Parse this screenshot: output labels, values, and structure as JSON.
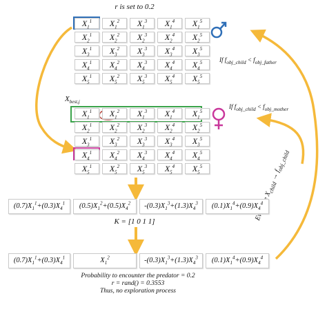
{
  "top_label": "r is set to 0.2",
  "father_matrix": [
    [
      {
        "b": "X",
        "sub": "1",
        "sup": "1"
      },
      {
        "b": "X",
        "sub": "1",
        "sup": "2"
      },
      {
        "b": "X",
        "sub": "1",
        "sup": "3"
      },
      {
        "b": "X",
        "sub": "1",
        "sup": "4"
      },
      {
        "b": "X",
        "sub": "1",
        "sup": "5"
      }
    ],
    [
      {
        "b": "X",
        "sub": "2",
        "sup": "1"
      },
      {
        "b": "X",
        "sub": "2",
        "sup": "2"
      },
      {
        "b": "X",
        "sub": "2",
        "sup": "3"
      },
      {
        "b": "X",
        "sub": "2",
        "sup": "4"
      },
      {
        "b": "X",
        "sub": "2",
        "sup": "5"
      }
    ],
    [
      {
        "b": "X",
        "sub": "3",
        "sup": "1"
      },
      {
        "b": "X",
        "sub": "3",
        "sup": "2"
      },
      {
        "b": "X",
        "sub": "3",
        "sup": "3"
      },
      {
        "b": "X",
        "sub": "3",
        "sup": "4"
      },
      {
        "b": "X",
        "sub": "3",
        "sup": "5"
      }
    ],
    [
      {
        "b": "X",
        "sub": "4",
        "sup": "1"
      },
      {
        "b": "X",
        "sub": "4",
        "sup": "2"
      },
      {
        "b": "X",
        "sub": "4",
        "sup": "3"
      },
      {
        "b": "X",
        "sub": "4",
        "sup": "4"
      },
      {
        "b": "X",
        "sub": "4",
        "sup": "5"
      }
    ],
    [
      {
        "b": "X",
        "sub": "5",
        "sup": "1"
      },
      {
        "b": "X",
        "sub": "5",
        "sup": "2"
      },
      {
        "b": "X",
        "sub": "5",
        "sup": "3"
      },
      {
        "b": "X",
        "sub": "5",
        "sup": "4"
      },
      {
        "b": "X",
        "sub": "5",
        "sup": "5"
      }
    ]
  ],
  "mother_matrix": [
    [
      {
        "b": "X",
        "sub": "1",
        "sup": "1"
      },
      {
        "b": "X",
        "sub": "1",
        "sup": "2"
      },
      {
        "b": "X",
        "sub": "1",
        "sup": "3"
      },
      {
        "b": "X",
        "sub": "1",
        "sup": "4"
      },
      {
        "b": "X",
        "sub": "1",
        "sup": "5"
      }
    ],
    [
      {
        "b": "X",
        "sub": "2",
        "sup": "1"
      },
      {
        "b": "X",
        "sub": "2",
        "sup": "2"
      },
      {
        "b": "X",
        "sub": "2",
        "sup": "3"
      },
      {
        "b": "X",
        "sub": "2",
        "sup": "4"
      },
      {
        "b": "X",
        "sub": "2",
        "sup": "5"
      }
    ],
    [
      {
        "b": "X",
        "sub": "3",
        "sup": "1"
      },
      {
        "b": "X",
        "sub": "3",
        "sup": "2"
      },
      {
        "b": "X",
        "sub": "3",
        "sup": "3"
      },
      {
        "b": "X",
        "sub": "3",
        "sup": "4"
      },
      {
        "b": "X",
        "sub": "3",
        "sup": "5"
      }
    ],
    [
      {
        "b": "X",
        "sub": "4",
        "sup": "1"
      },
      {
        "b": "X",
        "sub": "4",
        "sup": "2"
      },
      {
        "b": "X",
        "sub": "4",
        "sup": "3"
      },
      {
        "b": "X",
        "sub": "4",
        "sup": "4"
      },
      {
        "b": "X",
        "sub": "4",
        "sup": "5"
      }
    ],
    [
      {
        "b": "X",
        "sub": "5",
        "sup": "1"
      },
      {
        "b": "X",
        "sub": "5",
        "sup": "2"
      },
      {
        "b": "X",
        "sub": "5",
        "sup": "3"
      },
      {
        "b": "X",
        "sub": "5",
        "sup": "4"
      },
      {
        "b": "X",
        "sub": "5",
        "sup": "5"
      }
    ]
  ],
  "x_best_label": {
    "b": "X",
    "sub": "best,j"
  },
  "father_condition": {
    "prefix": "If f",
    "sub1": "obj_child",
    "mid": " < f",
    "sub2": "obj_father"
  },
  "mother_condition": {
    "prefix": "If f",
    "sub1": "obj_child",
    "mid": " < f",
    "sub2": "obj_mother"
  },
  "evaluate_label": {
    "text": "Evaluate X",
    "sub1": "child",
    "arrow": " → f",
    "sub2": "obj_child"
  },
  "crossover_row": [
    "(0.7)X<sub>1</sub><sup>1</sup>+(0.3)X<sub>4</sub><sup>1</sup>",
    "(0.5)X<sub>1</sub><sup>2</sup>+(0.5)X<sub>4</sub><sup>2</sup>",
    "-(0.3)X<sub>1</sub><sup>3</sup>+(1.3)X<sub>4</sub><sup>3</sup>",
    "(0.1)X<sub>1</sub><sup>4</sup>+(0.9)X<sub>4</sub><sup>4</sup>"
  ],
  "k_label": "K = [1 0 1 1]",
  "final_row": [
    "(0.7)X<sub>1</sub><sup>1</sup>+(0.3)X<sub>4</sub><sup>1</sup>",
    "X<sub>1</sub><sup>2</sup>",
    "-(0.3)X<sub>1</sub><sup>3</sup>+(1.3)X<sub>4</sub><sup>3</sup>",
    "(0.1)X<sub>1</sub><sup>4</sup>+(0.9)X<sub>4</sub><sup>4</sup>"
  ],
  "bottom_text": [
    "Probability to encounter the predator = 0.2",
    "r = rand() = 0.3553",
    "Thus, no exploration process"
  ],
  "colors": {
    "arrow": "#f5b93a",
    "male": "#2f6fb7",
    "female": "#c9379b",
    "best_row": "#3aa34a",
    "father_highlight": "#2f6fb7",
    "mother_highlight": "#c9379b",
    "circle": "#b5362c"
  },
  "icons": {
    "male": "male-symbol-icon",
    "female": "female-symbol-icon"
  }
}
